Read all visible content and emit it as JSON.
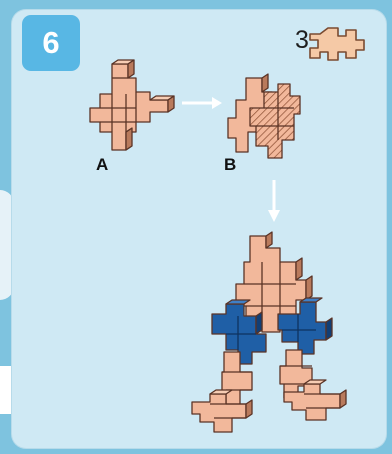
{
  "step": {
    "number": "6"
  },
  "pieces": {
    "count": "3",
    "icon": "plus-piece-icon"
  },
  "labels": {
    "a": "A",
    "b": "B"
  },
  "colors": {
    "badge": "#58b7e4",
    "skin": "#f2b89b",
    "blue": "#1f5fa6",
    "card": "#cfe9f4"
  }
}
